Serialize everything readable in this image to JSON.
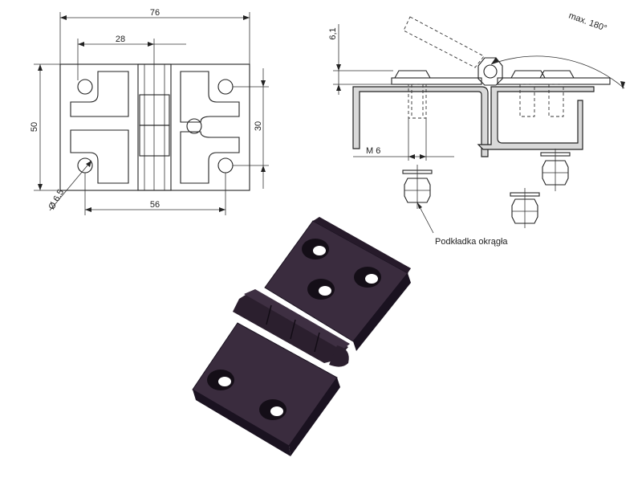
{
  "front_view": {
    "dim_width": "76",
    "dim_hole_spacing_top": "28",
    "dim_height": "50",
    "dim_hole_spacing_right": "30",
    "dim_hole_diameter": "Ø 6.5",
    "dim_hole_spacing_bottom": "56"
  },
  "side_view": {
    "dim_thickness": "6,1",
    "dim_angle": "max. 180°",
    "dim_thread": "M 6"
  },
  "washer_label": "Podkładka okrągła",
  "colors": {
    "line": "#222222",
    "hinge_dark": "#2b1f2e",
    "hinge_side": "#1a1220",
    "hinge_top": "#3a2c3e",
    "hatch_fill": "#d9d9d9"
  }
}
